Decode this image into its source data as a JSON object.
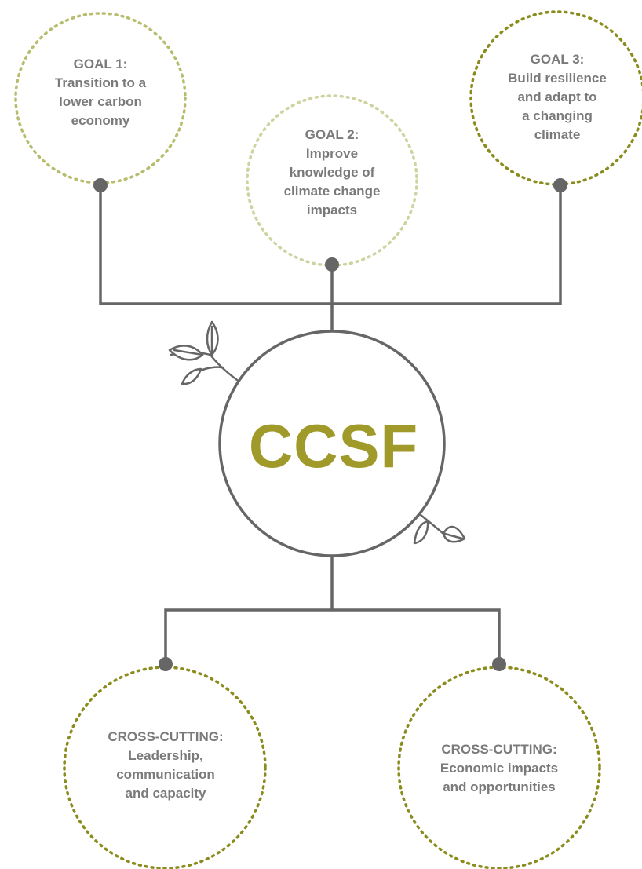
{
  "hub": {
    "label": "CCSF"
  },
  "goals": [
    {
      "title": "GOAL 1:",
      "lines": [
        "Transition to a",
        "lower carbon",
        "economy"
      ]
    },
    {
      "title": "GOAL 2:",
      "lines": [
        "Improve",
        "knowledge of",
        "climate change",
        "impacts"
      ]
    },
    {
      "title": "GOAL 3:",
      "lines": [
        "Build resilience",
        "and adapt to",
        "a changing",
        "climate"
      ]
    }
  ],
  "cross_cutting": [
    {
      "title": "CROSS-CUTTING:",
      "lines": [
        "Leadership,",
        "communication",
        "and capacity"
      ]
    },
    {
      "title": "CROSS-CUTTING:",
      "lines": [
        "Economic impacts",
        "and opportunities"
      ]
    }
  ],
  "colors": {
    "line": "#666666",
    "hub_text": "#a09a2a",
    "node_text": "#7a7a7a",
    "goal1_ring": "#b8bd6e",
    "goal2_ring": "#cfd3a0",
    "goal3_ring": "#8a8c1e",
    "cross_ring": "#8a8c1e"
  }
}
